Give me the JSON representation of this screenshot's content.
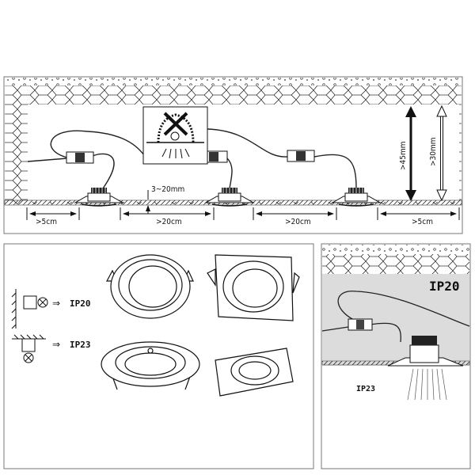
{
  "top_panel": {
    "gap_label": "3~20mm",
    "depth_min_label": ">45mm",
    "depth_alt_label": ">30mm",
    "spacing_labels": [
      ">5cm",
      ">20cm",
      ">20cm",
      ">5cm"
    ]
  },
  "legend_panel": {
    "wall_mount_rating": "IP20",
    "ceiling_mount_rating": "IP23"
  },
  "detail_panel": {
    "above_ceiling_rating": "IP20",
    "below_ceiling_rating": "IP23"
  },
  "colors": {
    "line": "#111111",
    "fill_void": "#dcdcdc",
    "border": "#777777"
  }
}
